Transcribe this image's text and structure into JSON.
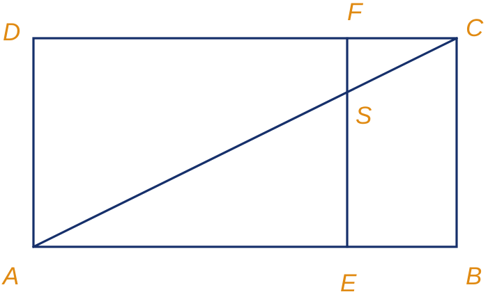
{
  "colors": {
    "line": "#16306b",
    "label": "#e08a12",
    "background": "#ffffff"
  },
  "labels": {
    "A": "A",
    "B": "B",
    "C": "C",
    "D": "D",
    "E": "E",
    "F": "F",
    "S": "S"
  }
}
